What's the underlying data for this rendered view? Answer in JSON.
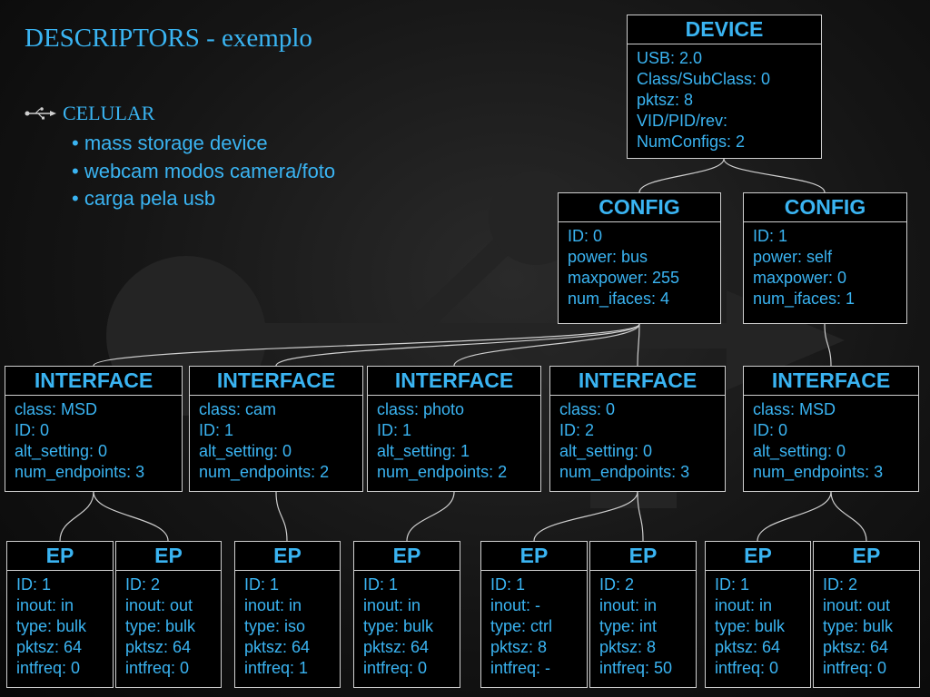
{
  "title": "DESCRIPTORS - exemplo",
  "bullets": {
    "heading": "CELULAR",
    "items": [
      "• mass storage device",
      "• webcam modos camera/foto",
      "• carga pela usb"
    ]
  },
  "device": {
    "header": "DEVICE",
    "lines": [
      "USB: 2.0",
      "Class/SubClass: 0",
      "pktsz: 8",
      "VID/PID/rev:",
      "NumConfigs: 2"
    ]
  },
  "configs": [
    {
      "header": "CONFIG",
      "lines": [
        "ID: 0",
        "power: bus",
        "maxpower: 255",
        "num_ifaces: 4"
      ]
    },
    {
      "header": "CONFIG",
      "lines": [
        "ID: 1",
        "power: self",
        "maxpower: 0",
        "num_ifaces: 1"
      ]
    }
  ],
  "interfaces": [
    {
      "header": "INTERFACE",
      "lines": [
        "class: MSD",
        "ID: 0",
        "alt_setting: 0",
        "num_endpoints: 3"
      ]
    },
    {
      "header": "INTERFACE",
      "lines": [
        "class: cam",
        "ID: 1",
        "alt_setting: 0",
        "num_endpoints: 2"
      ]
    },
    {
      "header": "INTERFACE",
      "lines": [
        "class: photo",
        "ID: 1",
        "alt_setting: 1",
        "num_endpoints: 2"
      ]
    },
    {
      "header": "INTERFACE",
      "lines": [
        "class: 0",
        "ID: 2",
        "alt_setting: 0",
        "num_endpoints: 3"
      ]
    },
    {
      "header": "INTERFACE",
      "lines": [
        "class: MSD",
        "ID: 0",
        "alt_setting: 0",
        "num_endpoints: 3"
      ]
    }
  ],
  "endpoints": [
    {
      "header": "EP",
      "lines": [
        "ID: 1",
        "inout: in",
        "type: bulk",
        "pktsz: 64",
        "intfreq: 0"
      ]
    },
    {
      "header": "EP",
      "lines": [
        "ID: 2",
        "inout: out",
        "type: bulk",
        "pktsz: 64",
        "intfreq: 0"
      ]
    },
    {
      "header": "EP",
      "lines": [
        "ID: 1",
        "inout: in",
        "type: iso",
        "pktsz: 64",
        "intfreq: 1"
      ]
    },
    {
      "header": "EP",
      "lines": [
        "ID: 1",
        "inout: in",
        "type: bulk",
        "pktsz: 64",
        "intfreq: 0"
      ]
    },
    {
      "header": "EP",
      "lines": [
        "ID: 1",
        "inout: -",
        "type: ctrl",
        "pktsz: 8",
        "intfreq: -"
      ]
    },
    {
      "header": "EP",
      "lines": [
        "ID: 2",
        "inout: in",
        "type: int",
        "pktsz: 8",
        "intfreq: 50"
      ]
    },
    {
      "header": "EP",
      "lines": [
        "ID: 1",
        "inout: in",
        "type: bulk",
        "pktsz: 64",
        "intfreq: 0"
      ]
    },
    {
      "header": "EP",
      "lines": [
        "ID: 2",
        "inout: out",
        "type: bulk",
        "pktsz: 64",
        "intfreq: 0"
      ]
    }
  ],
  "colors": {
    "accent": "#3ab4f2",
    "border": "#cfcfcf",
    "background": "#151515"
  }
}
